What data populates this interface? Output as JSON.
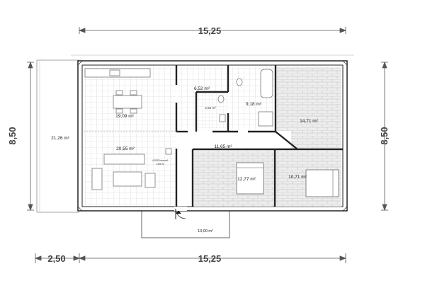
{
  "plan": {
    "dimensions": {
      "top_width": "15,25",
      "bottom_width": "15,25",
      "bottom_terrace": "2,50",
      "left_height": "8,50",
      "right_height": "8,50"
    },
    "rooms": {
      "terrace_side": "21,26 m²",
      "dining": "19,09 m²",
      "storage": "6,52 m²",
      "wc": "2,66 m²",
      "bathroom": "9,18 m²",
      "bedroom_right": "14,71 m²",
      "living": "20,55 m²",
      "hall": "11,65 m²",
      "bedroom_mid": "12,77 m²",
      "bedroom_small": "10,71 m²",
      "terrace_front": "10,00 m²"
    },
    "notes": {
      "fireplace_label": "LISER kénemő",
      "fireplace_sub": "12/6 W"
    },
    "colors": {
      "wall": "#222222",
      "tile_grid": "#c8c8c8",
      "brick": "#e6e6e6",
      "dim_line": "#555555"
    }
  }
}
